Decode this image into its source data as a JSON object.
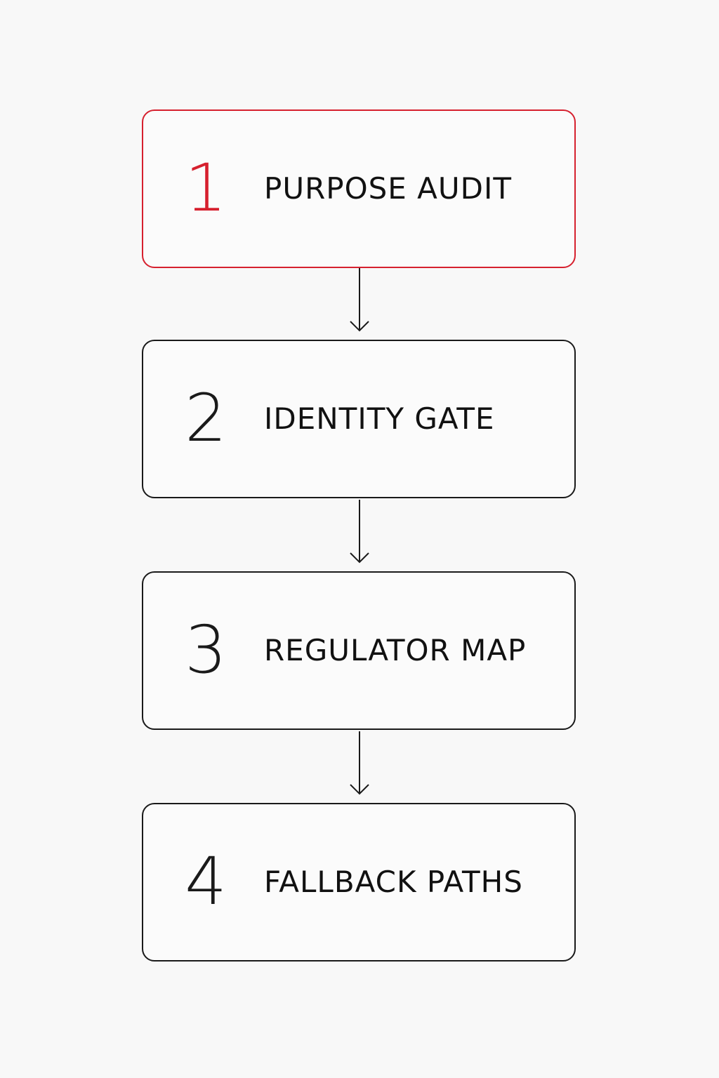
{
  "steps": [
    {
      "number": "1",
      "label": "PURPOSE AUDIT"
    },
    {
      "number": "2",
      "label": "IDENTITY GATE"
    },
    {
      "number": "3",
      "label": "REGULATOR MAP"
    },
    {
      "number": "4",
      "label": "FALLBACK PATHS"
    }
  ],
  "colors": {
    "active": "#d6202e",
    "default": "#1a1a1a",
    "background": "#f8f8f8"
  }
}
